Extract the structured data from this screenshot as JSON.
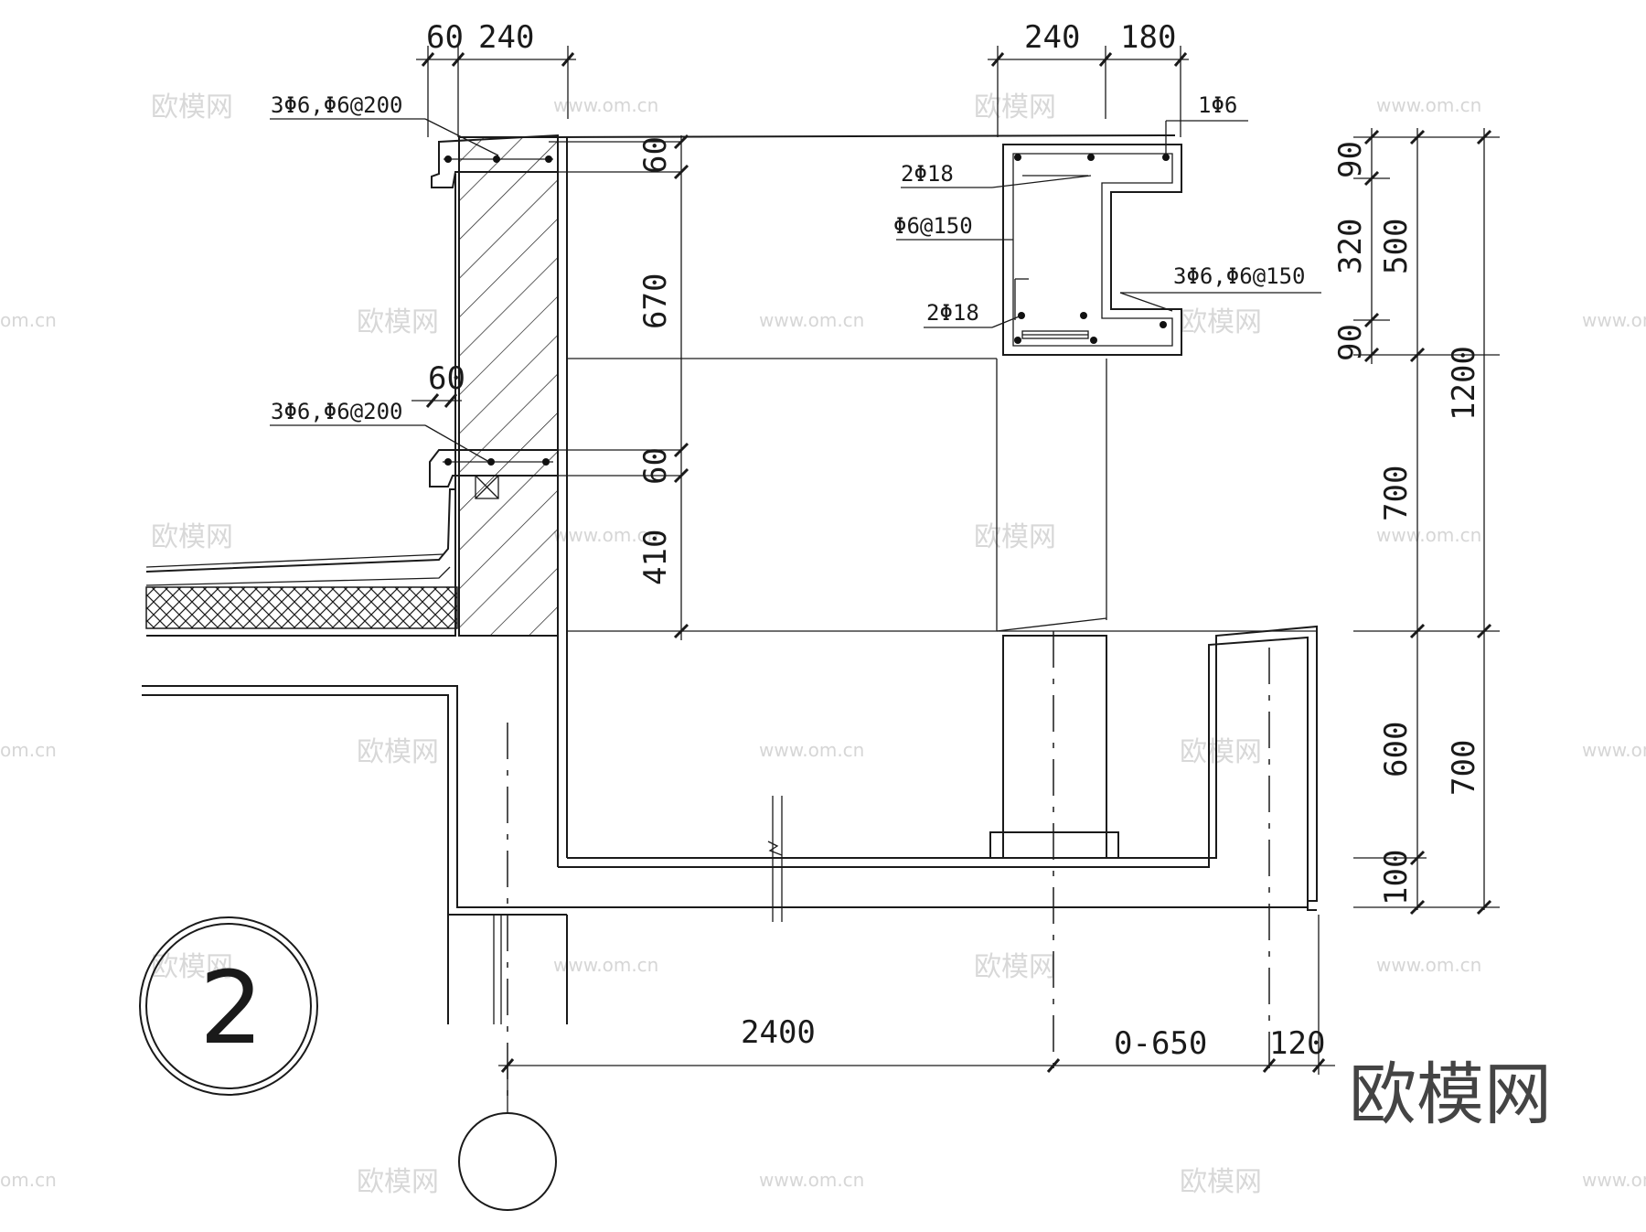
{
  "dimensions": {
    "top_left": [
      "60",
      "240"
    ],
    "top_right": [
      "240",
      "180"
    ],
    "vertical_inner": [
      "60",
      "670",
      "60",
      "410"
    ],
    "right_chain_a": [
      "90",
      "320",
      "90"
    ],
    "right_chain_b": [
      "500",
      "700",
      "600",
      "100"
    ],
    "right_chain_c": [
      "1200",
      "700"
    ],
    "wall_60": "60",
    "bottom": [
      "2400",
      "0-650",
      "120"
    ]
  },
  "rebar_labels": {
    "top_slab": "3Φ6,Φ6@200",
    "mid_slab": "3Φ6,Φ6@200",
    "beam_top": "1Φ6",
    "beam_2phi18_top": "2Φ18",
    "beam_stirrup": "Φ6@150",
    "beam_side": "3Φ6,Φ6@150",
    "beam_2phi18_bot": "2Φ18"
  },
  "detail_ref": "2",
  "watermark": {
    "brand": "欧模网",
    "url": "www.om.cn",
    "url_partial": "om.cn"
  }
}
